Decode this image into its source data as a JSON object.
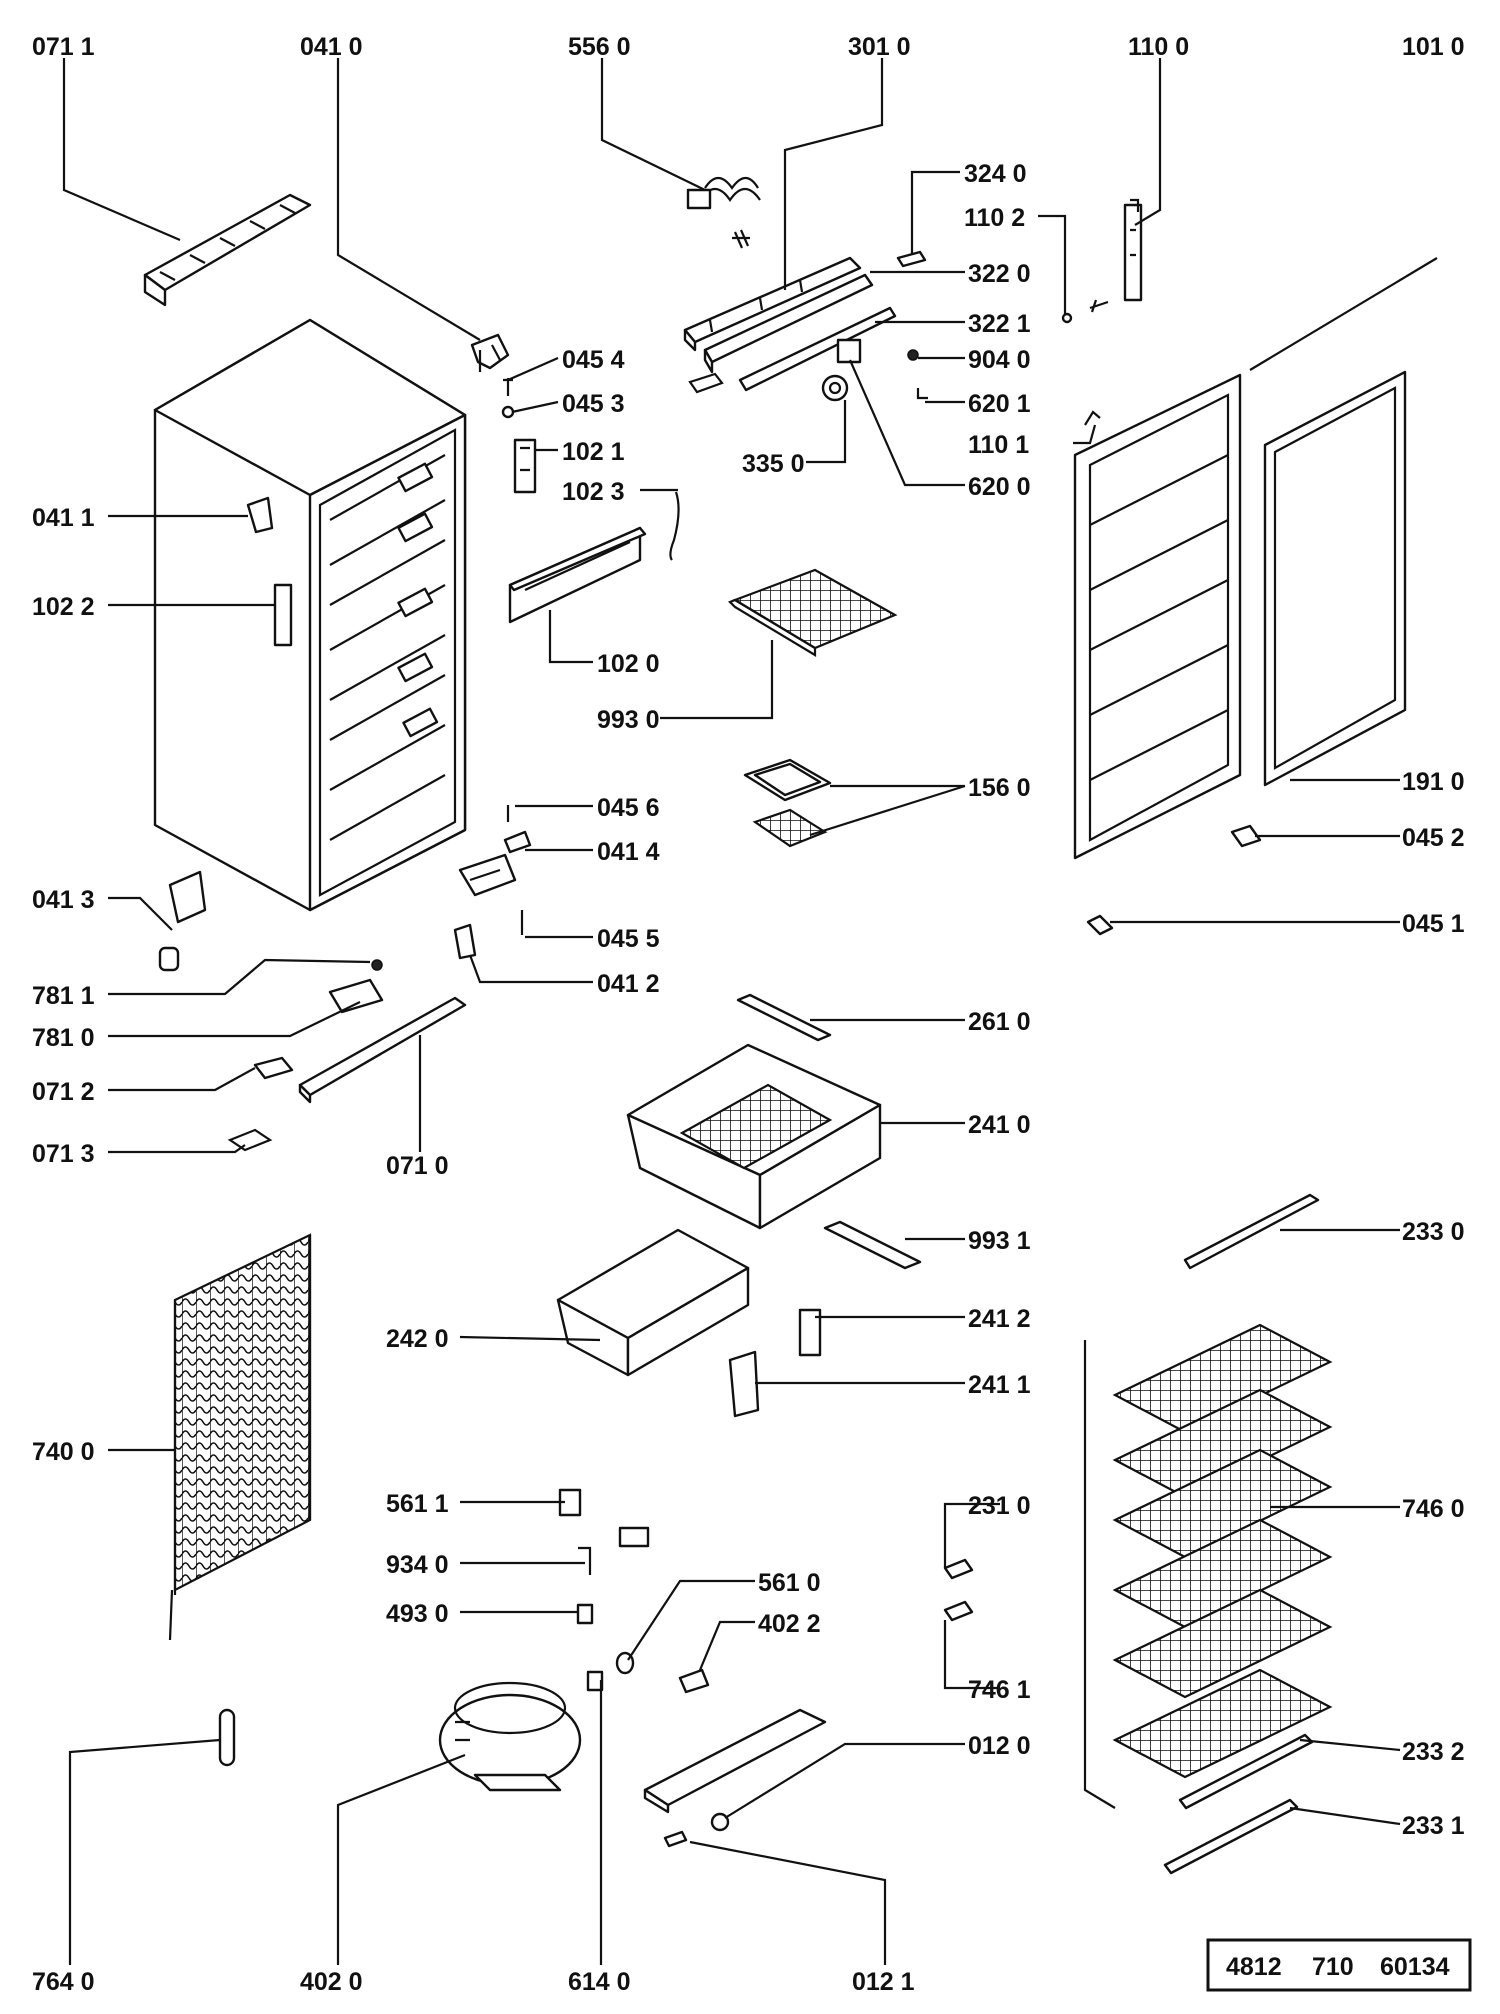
{
  "diagram": {
    "labels": [
      {
        "id": "l-0711",
        "text": "071 1"
      },
      {
        "id": "l-0410",
        "text": "041 0"
      },
      {
        "id": "l-5560",
        "text": "556 0"
      },
      {
        "id": "l-3010",
        "text": "301 0"
      },
      {
        "id": "l-1100",
        "text": "110 0"
      },
      {
        "id": "l-1010",
        "text": "101 0"
      },
      {
        "id": "l-3240",
        "text": "324 0"
      },
      {
        "id": "l-1102",
        "text": "110 2"
      },
      {
        "id": "l-3220",
        "text": "322 0"
      },
      {
        "id": "l-3221",
        "text": "322 1"
      },
      {
        "id": "l-0454",
        "text": "045 4"
      },
      {
        "id": "l-9040",
        "text": "904 0"
      },
      {
        "id": "l-0453",
        "text": "045 3"
      },
      {
        "id": "l-6201",
        "text": "620 1"
      },
      {
        "id": "l-1021",
        "text": "102 1"
      },
      {
        "id": "l-1101",
        "text": "110 1"
      },
      {
        "id": "l-3350",
        "text": "335 0"
      },
      {
        "id": "l-6200",
        "text": "620 0"
      },
      {
        "id": "l-1023",
        "text": "102 3"
      },
      {
        "id": "l-0411",
        "text": "041 1"
      },
      {
        "id": "l-1022",
        "text": "102 2"
      },
      {
        "id": "l-1020",
        "text": "102 0"
      },
      {
        "id": "l-9930",
        "text": "993 0"
      },
      {
        "id": "l-1560",
        "text": "156 0"
      },
      {
        "id": "l-1910",
        "text": "191 0"
      },
      {
        "id": "l-0456",
        "text": "045 6"
      },
      {
        "id": "l-0414",
        "text": "041 4"
      },
      {
        "id": "l-0452",
        "text": "045 2"
      },
      {
        "id": "l-0413",
        "text": "041 3"
      },
      {
        "id": "l-0455",
        "text": "045 5"
      },
      {
        "id": "l-0451",
        "text": "045 1"
      },
      {
        "id": "l-0412",
        "text": "041 2"
      },
      {
        "id": "l-7811",
        "text": "781 1"
      },
      {
        "id": "l-2610",
        "text": "261 0"
      },
      {
        "id": "l-7810",
        "text": "781 0"
      },
      {
        "id": "l-0712",
        "text": "071 2"
      },
      {
        "id": "l-2410",
        "text": "241 0"
      },
      {
        "id": "l-0713",
        "text": "071 3"
      },
      {
        "id": "l-0710",
        "text": "071 0"
      },
      {
        "id": "l-9931",
        "text": "993 1"
      },
      {
        "id": "l-2330",
        "text": "233 0"
      },
      {
        "id": "l-2412",
        "text": "241 2"
      },
      {
        "id": "l-2420",
        "text": "242 0"
      },
      {
        "id": "l-2411",
        "text": "241 1"
      },
      {
        "id": "l-7400",
        "text": "740 0"
      },
      {
        "id": "l-5611",
        "text": "561 1"
      },
      {
        "id": "l-2310",
        "text": "231 0"
      },
      {
        "id": "l-7460",
        "text": "746 0"
      },
      {
        "id": "l-9340",
        "text": "934 0"
      },
      {
        "id": "l-5610",
        "text": "561 0"
      },
      {
        "id": "l-4930",
        "text": "493 0"
      },
      {
        "id": "l-4022",
        "text": "402 2"
      },
      {
        "id": "l-7461",
        "text": "746 1"
      },
      {
        "id": "l-0120",
        "text": "012 0"
      },
      {
        "id": "l-2332",
        "text": "233 2"
      },
      {
        "id": "l-2331",
        "text": "233 1"
      },
      {
        "id": "l-7640",
        "text": "764 0"
      },
      {
        "id": "l-4020",
        "text": "402  0"
      },
      {
        "id": "l-6140",
        "text": "614 0"
      },
      {
        "id": "l-0121",
        "text": "012  1"
      }
    ],
    "document_number": {
      "part1": "4812",
      "part2": "710",
      "part3": "60134"
    }
  }
}
